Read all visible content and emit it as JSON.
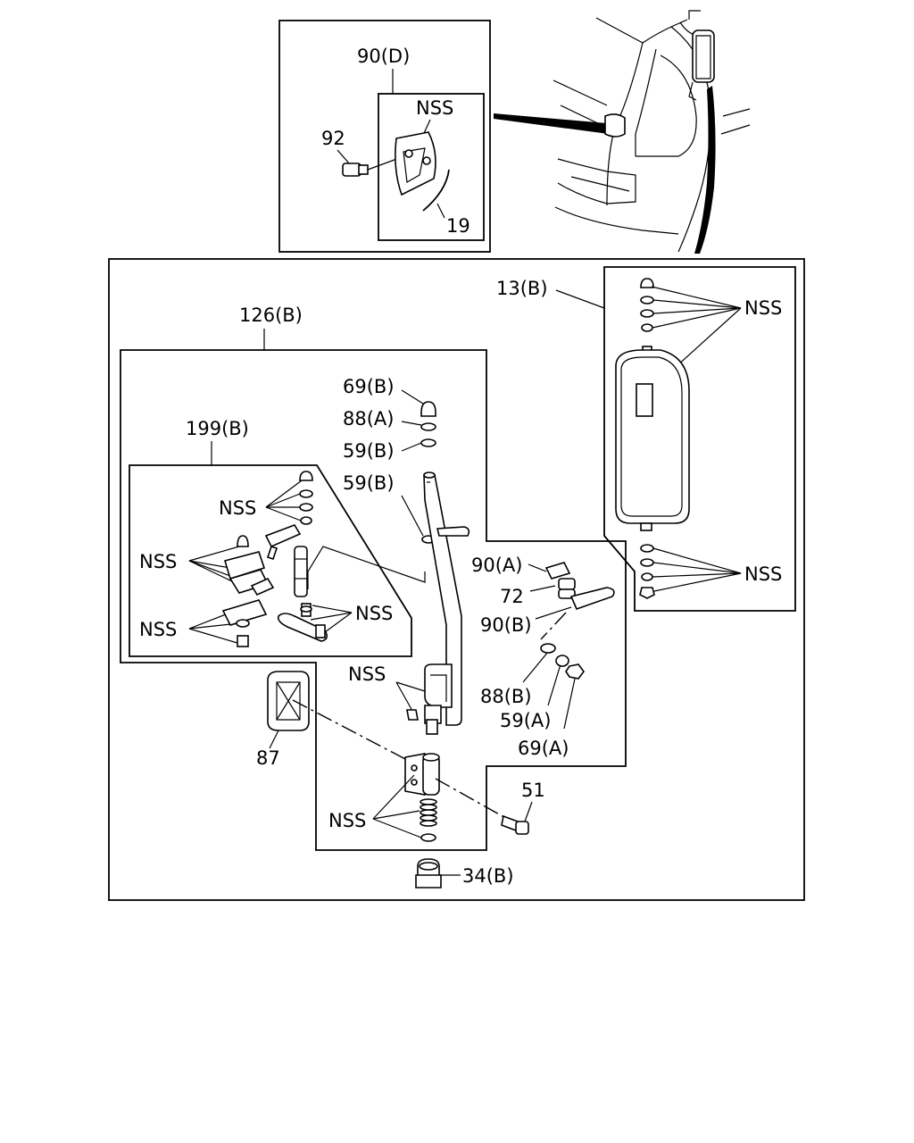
{
  "labels": {
    "l90d": "90(D)",
    "l92": "92",
    "lNssInset": "NSS",
    "l19": "19",
    "l13b": "13(B)",
    "lNss13Top": "NSS",
    "lNss13Bot": "NSS",
    "l126b": "126(B)",
    "l69b": "69(B)",
    "l88a": "88(A)",
    "l59bTop": "59(B)",
    "l59bMid": "59(B)",
    "l199b": "199(B)",
    "lNss199Top": "NSS",
    "lNss199Mid": "NSS",
    "lNss199Low": "NSS",
    "lNss199Right": "NSS",
    "l90a": "90(A)",
    "l72": "72",
    "l90b": "90(B)",
    "l88b": "88(B)",
    "l59a": "59(A)",
    "l69a": "69(A)",
    "lNssPin": "NSS",
    "l87": "87",
    "l51": "51",
    "lNssSpring": "NSS",
    "l34b": "34(B)"
  }
}
